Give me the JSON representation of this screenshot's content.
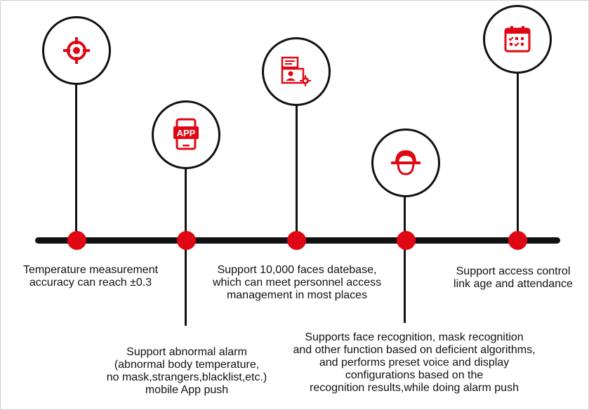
{
  "accent_color": "#e00714",
  "line_color": "#111111",
  "milestones": [
    {
      "icon": "crosshair-target-icon",
      "caption_lines": [
        "Temperature measurement",
        "accuracy can reach ±0.3"
      ]
    },
    {
      "icon": "mobile-app-icon",
      "app_label": "APP",
      "caption_lines": [
        "Support abnormal alarm",
        "(abnormal body temperature,",
        "no mask,strangers,blacklist,etc.)",
        "mobile App push"
      ]
    },
    {
      "icon": "face-database-settings-icon",
      "caption_lines": [
        "Support 10,000 faces datebase,",
        "which can meet personnel access",
        "management in most places"
      ]
    },
    {
      "icon": "face-recognition-icon",
      "caption_lines": [
        "Supports face recognition, mask recognition",
        "and other function based on deficient algorithms,",
        "and performs preset voice and display",
        "configurations based on the",
        "recognition results,while doing alarm push"
      ]
    },
    {
      "icon": "calendar-attendance-icon",
      "caption_lines": [
        "Support access control",
        "link age and attendance"
      ]
    }
  ]
}
